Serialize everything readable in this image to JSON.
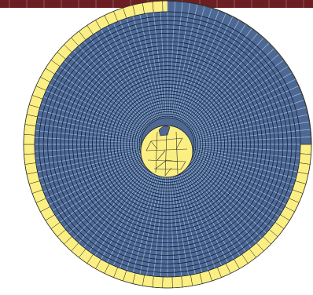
{
  "colors": {
    "background": "#ffffff",
    "top_strip": "#6b1f24",
    "top_strip_line": "#c9a0a3",
    "mesh_fill": "#4e6894",
    "mesh_radial_line": "#9fc3e8",
    "mesh_ring_line": "#0f1a2e",
    "outer_ring_fill": "#fbef83",
    "hole_fill": "#fbef83",
    "element_edge": "#2a2a2a"
  },
  "mesh": {
    "ring_count": 30,
    "sector_count": 120,
    "outer_ring_sector_count": 90,
    "hole_element_count": 17,
    "blue_extends_to_rim": {
      "from_deg": -90,
      "to_deg": 0
    }
  }
}
